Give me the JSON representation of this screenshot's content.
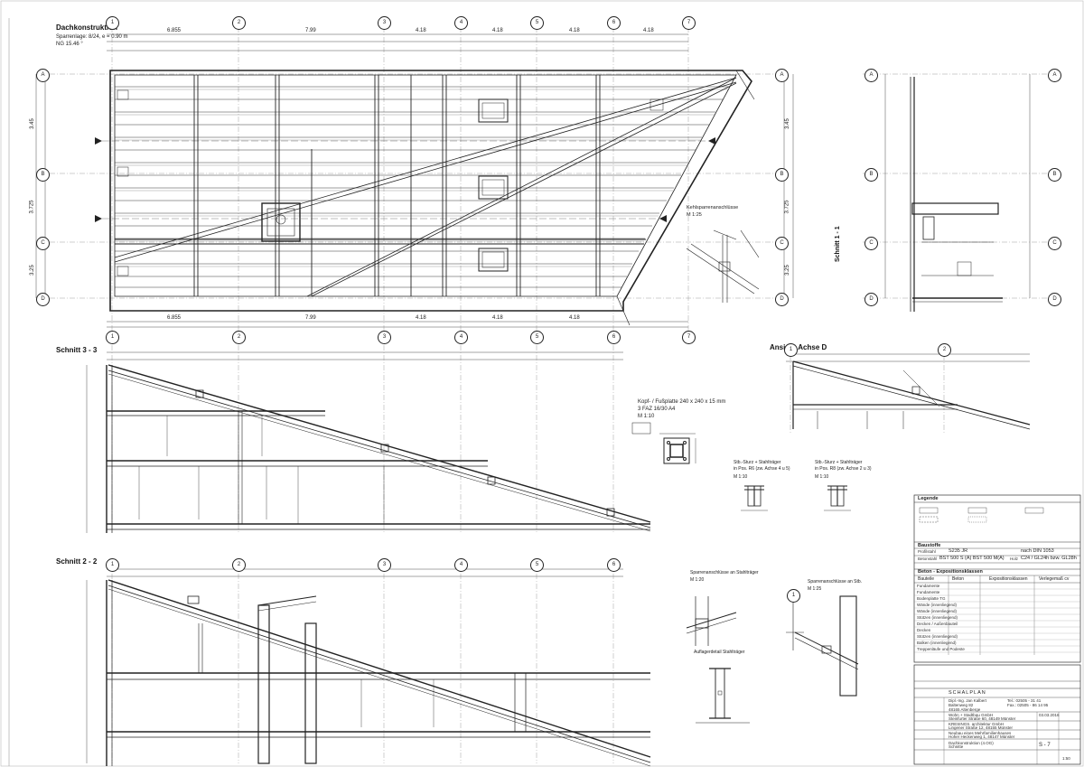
{
  "plan": {
    "title": "Dachkonstruktion",
    "subtitle_1": "Sparrenlage: 8/24, e = 0.90 m",
    "subtitle_2": "NG 15.46 °",
    "axes_top": [
      "1",
      "2",
      "3",
      "4",
      "5",
      "6",
      "7"
    ],
    "axes_side": [
      "A",
      "B",
      "C",
      "D"
    ],
    "dims_top": [
      "6.855",
      "7.99",
      "4.18",
      "4.18",
      "4.18",
      "4.18"
    ],
    "dims_side": [
      "3.45",
      "3.725",
      "3.25"
    ]
  },
  "section_1": {
    "title": "Schnitt 1 - 1",
    "axes": [
      "A",
      "B",
      "C",
      "D"
    ]
  },
  "section_3": {
    "title": "Schnitt 3 - 3"
  },
  "section_2": {
    "title": "Schnitt 2 - 2"
  },
  "view_d": {
    "title": "Ansicht Achse D",
    "axes": [
      "1",
      "2"
    ]
  },
  "details": {
    "kehl": "Kehlsparrenanschlüsse",
    "kehl_scale": "M 1:25",
    "kopf": "Kopf- / Fußplatte 240 x 240 x 15 mm",
    "kopf_2": "3 FAZ 16/30 A4",
    "kopf_scale": "M 1:10",
    "stb_1": "Stb.-Sturz + Stahlträger",
    "stb_1b": "in Pos. R6 (zw. Achse 4 u 5)",
    "stb_2": "Stb.-Sturz + Stahlträger",
    "stb_2b": "in Pos. R8 (zw. Achse 2 u 3)",
    "scale_10": "M 1:10",
    "sparren_stahl": "Sparrenanschlüsse an Stahlträger",
    "sparren_stb": "Sparrenanschlüsse an Stb.",
    "scale_20": "M 1:20",
    "scale_25": "M 1:25",
    "auflager": "Auflagerdetail Stahlträger"
  },
  "legend": {
    "title": "Legende",
    "baustoffe": "Baustoffe",
    "profilstahl_label": "Profilstahl",
    "profilstahl_value": "S235 JR",
    "profilstahl_norm": "nach DIN 1053",
    "betonstahl_label": "Betonstahl",
    "betonstahl_value": "BST 500 S (A)  BST 500 M(A)",
    "holz_label": "Holz",
    "holz_value": "C24 / GL24h bzw. GL28h",
    "beton_header": "Beton - Expositionsklassen",
    "col_bauteile": "Bauteile",
    "col_beton": "Beton",
    "col_expo": "Expositionsklassen",
    "col_verlege": "Verlegemaß cv",
    "rows": [
      "Fundamente",
      "Fundamente",
      "Bodenplatte TG",
      "Wände (innenliegend)",
      "Wände (innenliegend)",
      "Stützen (innenliegend)",
      "Decken / Außenbauteil",
      "Decken",
      "Stützen (innenliegend)",
      "Balken (innenliegend)",
      "Treppenläufe und Podeste"
    ]
  },
  "titleblock": {
    "label": "SCHALPLAN",
    "engineer_1": "Dipl.-Ing. Jan Kalbert",
    "engineer_2": "Baltenweg 82",
    "engineer_3": "48165 Altenberge",
    "tel": "Tel.: 02505 - 31 41",
    "fax": "Fax.: 02505 - 86 14 95",
    "owner_1": "Wohn + Stadtbau GmbH",
    "owner_2": "Steinfurter Straße 60, 48149 Münster",
    "architect_1": "KRESINGS. architektur GmbH",
    "architect_2": "Lingener Straße 12, 48155 Münster",
    "project_1": "Neubau eines Mehrfamilienhauses",
    "project_2": "Hoher Heckenweg 1, 48147 Münster",
    "content_1": "Dachkonstruktion (4.OG)",
    "content_2": "Schnitte",
    "date": "03.03.2016",
    "sheet_no": "S - 7",
    "scale": "1:50"
  },
  "colors": {
    "ink": "#222222",
    "paper": "#ffffff",
    "grid": "#888888"
  }
}
